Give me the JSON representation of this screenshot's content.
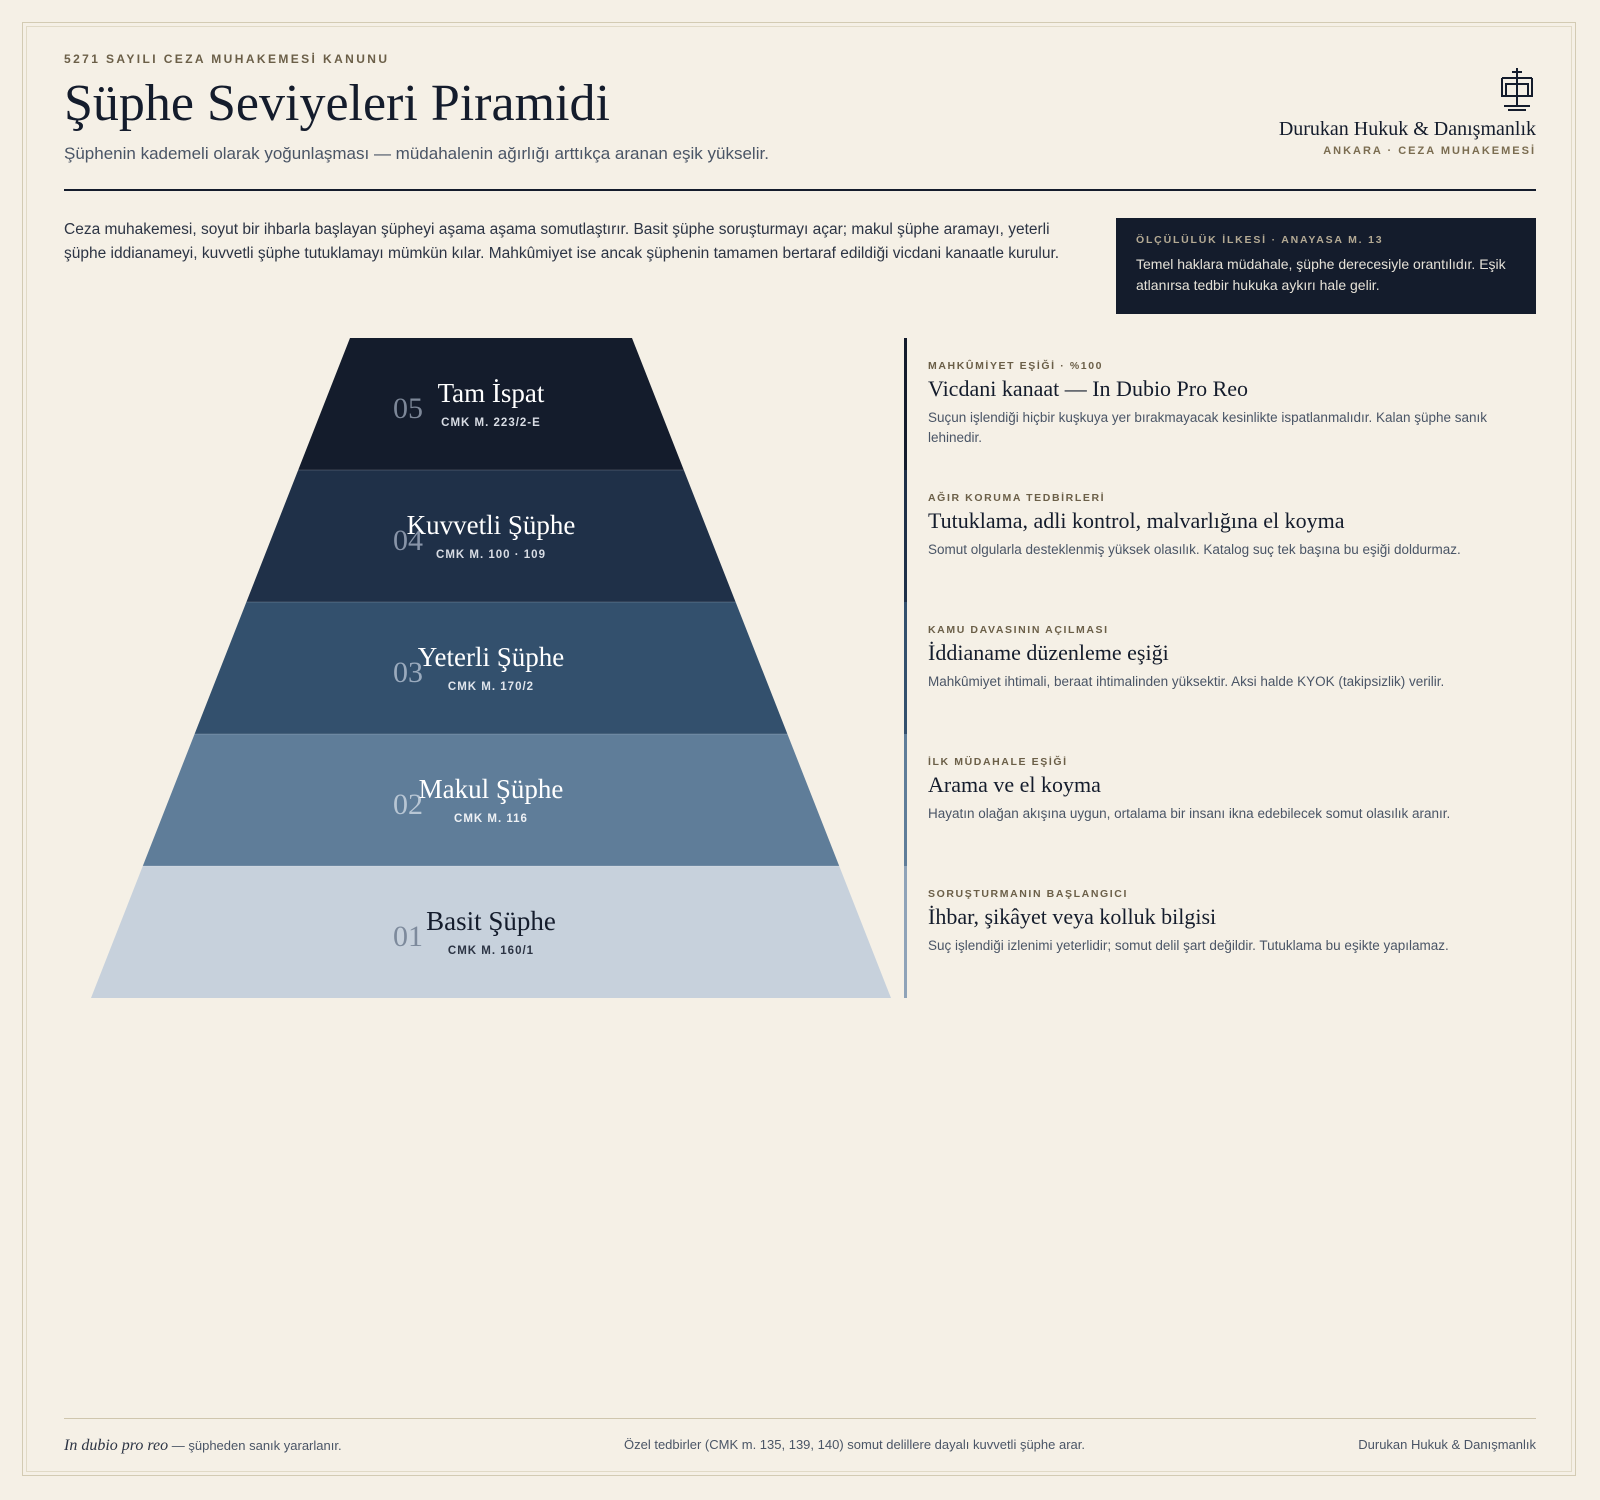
{
  "header": {
    "eyebrow": "5271 SAYILI CEZA MUHAKEMESİ KANUNU",
    "title": "Şüphe Seviyeleri Piramidi",
    "subtitle": "Şüphenin kademeli olarak yoğunlaşması — müdahalenin ağırlığı arttıkça aranan eşik yükselir."
  },
  "brand": {
    "icon": "scales-of-justice-icon",
    "name": "Durukan Hukuk & Danışmanlık",
    "sub": "ANKARA · CEZA MUHAKEMESİ"
  },
  "intro": "Ceza muhakemesi, soyut bir ihbarla başlayan şüpheyi aşama aşama somutlaştırır. Basit şüphe soruşturmayı açar; makul şüphe aramayı, yeterli şüphe iddianameyi, kuvvetli şüphe tutuklamayı mümkün kılar. Mahkûmiyet ise ancak şüphenin tamamen bertaraf edildiği vicdani kanaatle kurulur.",
  "note": {
    "title": "ÖLÇÜLÜLÜK İLKESİ · ANAYASA M. 13",
    "text": "Temel haklara müdahale, şüphe derecesiyle orantılıdır. Eşik atlanırsa tedbir hukuka aykırı hale gelir."
  },
  "pyramid": {
    "levels": [
      {
        "num": "05",
        "label": "Tam İspat",
        "ref": "CMK M. 223/2-E",
        "fill": "#141c2c",
        "text_color": "#ffffff",
        "ref_color": "#d8dce4",
        "num_color": "#7d8798"
      },
      {
        "num": "04",
        "label": "Kuvvetli Şüphe",
        "ref": "CMK M. 100 · 109",
        "fill": "#1f3048",
        "text_color": "#ffffff",
        "ref_color": "#d8dce4",
        "num_color": "#8894a8"
      },
      {
        "num": "03",
        "label": "Yeterli Şüphe",
        "ref": "CMK M. 170/2",
        "fill": "#33506d",
        "text_color": "#ffffff",
        "ref_color": "#e0e5ec",
        "num_color": "#9aaabd"
      },
      {
        "num": "02",
        "label": "Makul Şüphe",
        "ref": "CMK M. 116",
        "fill": "#5f7d99",
        "text_color": "#ffffff",
        "ref_color": "#eef1f5",
        "num_color": "#b8c6d4"
      },
      {
        "num": "01",
        "label": "Basit Şüphe",
        "ref": "CMK M. 160/1",
        "fill": "#c7d1dc",
        "text_color": "#141c2c",
        "ref_color": "#2c3444",
        "num_color": "#7d8a9c"
      }
    ]
  },
  "ladder": [
    {
      "eyebrow": "MAHKÛMİYET EŞİĞİ · %100",
      "title": "Vicdani kanaat — In Dubio Pro Reo",
      "desc": "Suçun işlendiği hiçbir kuşkuya yer bırakmayacak kesinlikte ispatlanmalıdır. Kalan şüphe sanık lehinedir.",
      "bar_color": "#141c2c"
    },
    {
      "eyebrow": "AĞIR KORUMA TEDBİRLERİ",
      "title": "Tutuklama, adli kontrol, malvarlığına el koyma",
      "desc": "Somut olgularla desteklenmiş yüksek olasılık. Katalog suç tek başına bu eşiği doldurmaz.",
      "bar_color": "#1f3048"
    },
    {
      "eyebrow": "KAMU DAVASININ AÇILMASI",
      "title": "İddianame düzenleme eşiği",
      "desc": "Mahkûmiyet ihtimali, beraat ihtimalinden yüksektir. Aksi halde KYOK (takipsizlik) verilir.",
      "bar_color": "#33506d"
    },
    {
      "eyebrow": "İLK MÜDAHALE EŞİĞİ",
      "title": "Arama ve el koyma",
      "desc": "Hayatın olağan akışına uygun, ortalama bir insanı ikna edebilecek somut olasılık aranır.",
      "bar_color": "#5f7d99"
    },
    {
      "eyebrow": "SORUŞTURMANIN BAŞLANGICI",
      "title": "İhbar, şikâyet veya kolluk bilgisi",
      "desc": "Suç işlendiği izlenimi yeterlidir; somut delil şart değildir. Tutuklama bu eşikte yapılamaz.",
      "bar_color": "#8fa3b8"
    }
  ],
  "footer": {
    "latin": "In dubio pro reo",
    "left_rest": " — şüpheden sanık yararlanır.",
    "center": "Özel tedbirler (CMK m. 135, 139, 140) somut delillere dayalı kuvvetli şüphe arar.",
    "right": "Durukan Hukuk & Danışmanlık"
  }
}
